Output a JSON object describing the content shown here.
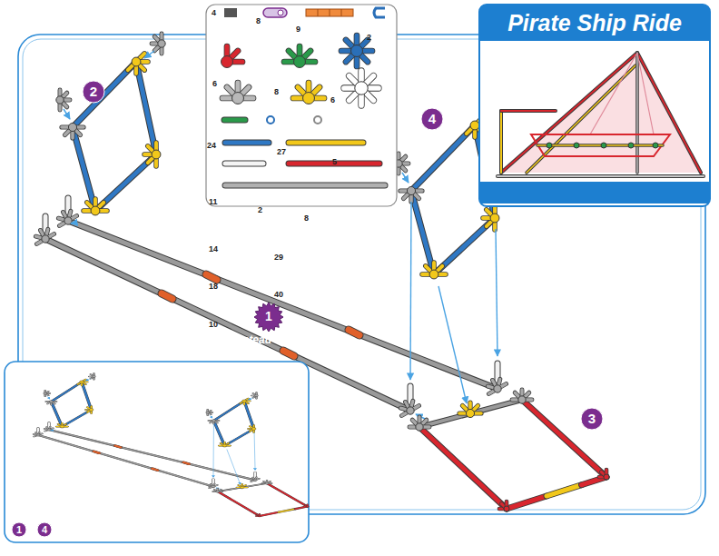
{
  "diagram": {
    "title": "Pirate Ship Ride",
    "nodes": [
      {
        "text": [
          "2"
        ]
      },
      {
        "text": [
          "4"
        ]
      },
      {
        "text": [
          "1"
        ]
      },
      {
        "text": [
          "3"
        ]
      },
      {
        "text": [
          "1"
        ]
      },
      {
        "text": [
          "4"
        ]
      }
    ],
    "labels": [
      "4",
      "8",
      "9",
      "2",
      "6",
      "8",
      "6",
      "24",
      "27",
      "5",
      "11",
      "2",
      "8",
      "14",
      "29",
      "18",
      "40",
      "10",
      "Bateau de Pirates",
      "-",
      "1",
      "PIRATE SHIP RIDE"
    ]
  }
}
